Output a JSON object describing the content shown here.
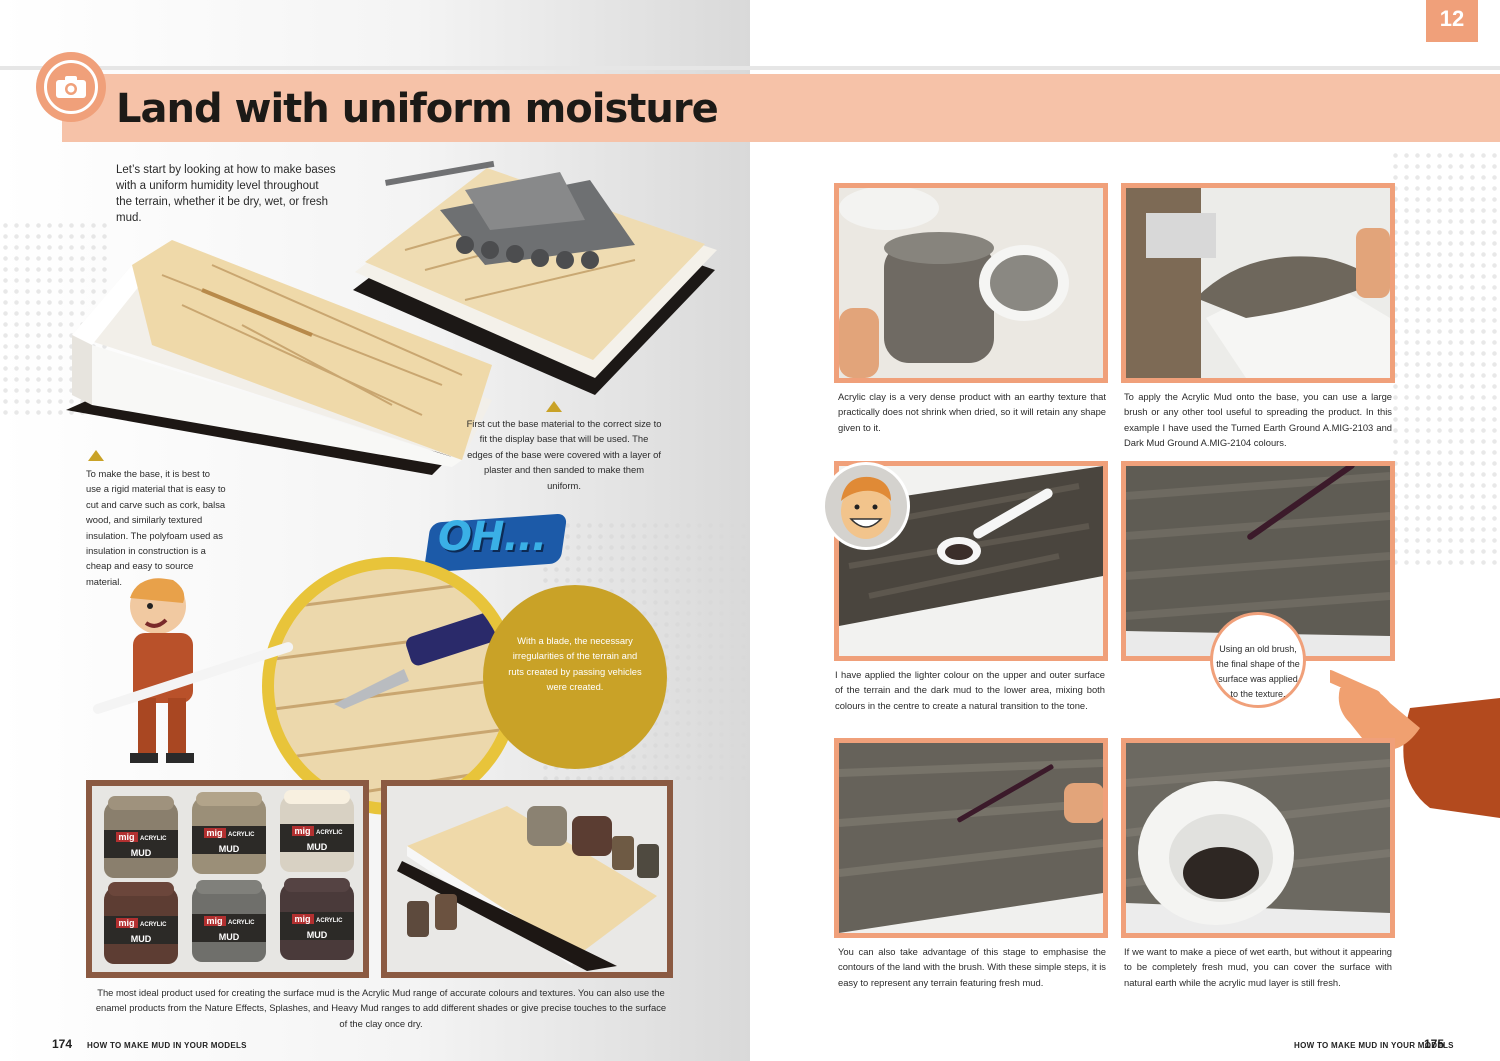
{
  "header": {
    "chapter_number": "12",
    "title": "Land with uniform moisture",
    "camera_icon": "camera-icon"
  },
  "left_page": {
    "intro": "Let’s start by looking at how to make bases with a uniform humidity level throughout the terrain, whether it be dry, wet, or fresh mud.",
    "caption_base": "To make the base, it is best to use a rigid material that is easy to cut and carve such as cork, balsa wood, and similarly textured insulation. The polyfoam used as insulation in construction is a cheap and easy to source material.",
    "caption_plaster": "First cut the base material to the correct size to fit the display base that will be used. The edges of the base were covered with a layer of plaster and then sanded to make them uniform.",
    "exclamation": "OH...",
    "caption_blade": "With a blade, the necessary irregularities of the terrain and ruts created by passing vehicles were created.",
    "caption_products": "The most ideal product used for creating the surface mud is the Acrylic Mud range of accurate colours and textures. You can also use the enamel products from the Nature Effects, Splashes, and Heavy Mud ranges to add different shades or give precise touches to the surface of the clay once dry.",
    "jar_label_brand": "mig",
    "jar_label_product": "MUD",
    "jar_label_range": "ACRYLIC",
    "jar_colors": [
      "#8a7f6d",
      "#9b8f78",
      "#d8d1c3",
      "#5d3d33",
      "#6f6f6b",
      "#4a3a3a"
    ],
    "page_number": "174",
    "footer_text": "HOW TO MAKE MUD IN YOUR MODELS"
  },
  "right_page": {
    "captions": [
      "Acrylic clay is a very dense product with an earthy texture that practically does not shrink when dried, so it will retain any shape given to it.",
      "To apply the Acrylic Mud onto the base, you can use a large brush or any other tool useful to spreading the product. In this example I have used the Turned Earth Ground A.MIG-2103 and Dark Mud Ground A.MIG-2104 colours.",
      "I have applied the lighter colour on the upper and outer surface of the terrain and the dark mud to the lower area, mixing both colours in the centre to create a natural transition to the tone.",
      "You can also take advantage of this stage to emphasise the contours of the land with the brush. With these simple steps, it is easy to represent any terrain featuring fresh mud.",
      "If we want to make a piece of wet earth, but without it appearing to be completely fresh mud, you can cover the surface with natural earth while the acrylic mud layer is still fresh."
    ],
    "bubble_brush": "Using an old brush, the final shape of the surface was applied to the texture.",
    "page_number": "175",
    "footer_text": "HOW TO MAKE MUD IN YOUR MODELS"
  },
  "colors": {
    "accent": "#f0a07a",
    "title_band": "#f6c2a8",
    "frame_brown": "#8b5a42",
    "bubble_yellow": "#c9a227"
  }
}
